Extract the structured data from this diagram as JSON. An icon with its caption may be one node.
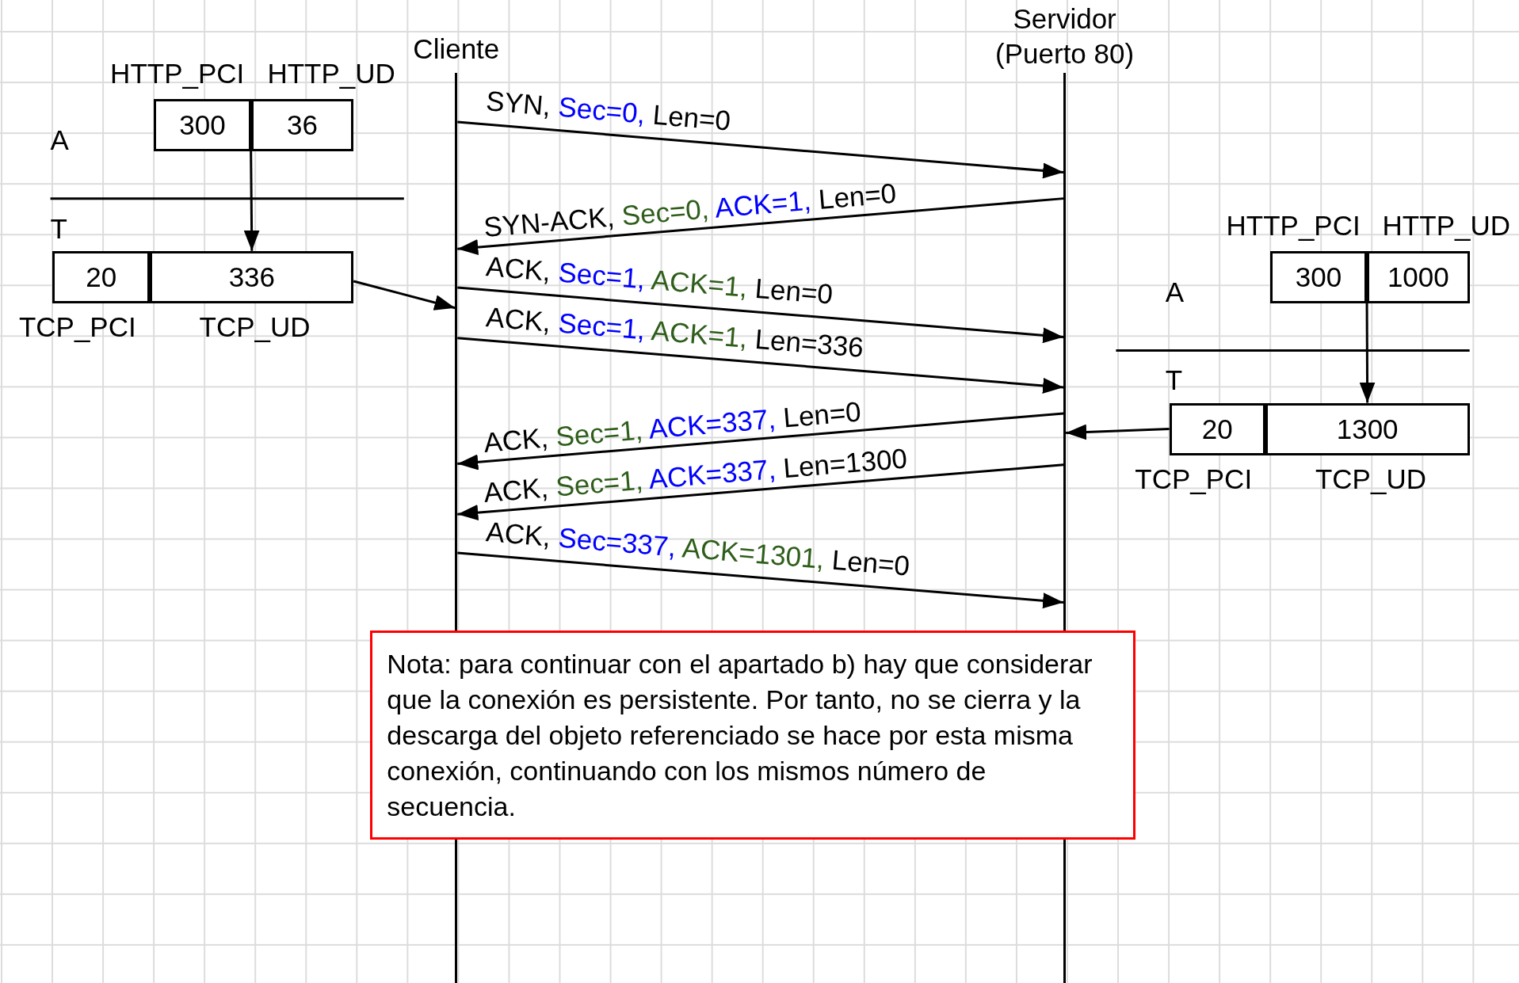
{
  "diagram": {
    "nodes": [
      {
        "text": [
          "Cliente"
        ]
      },
      {
        "text": [
          "Servidor (Puerto 80)"
        ]
      },
      {
        "text": [
          "300"
        ],
        "beside": [
          "HTTP_PCI"
        ]
      },
      {
        "text": [
          "36"
        ],
        "beside": [
          "HTTP_UD"
        ]
      },
      {
        "text": [
          "20"
        ],
        "beside": [
          "TCP_PCI"
        ]
      },
      {
        "text": [
          "336"
        ],
        "beside": [
          "TCP_UD"
        ]
      },
      {
        "text": [
          "300"
        ],
        "beside": [
          "HTTP_PCI"
        ]
      },
      {
        "text": [
          "1000"
        ],
        "beside": [
          "HTTP_UD"
        ]
      },
      {
        "text": [
          "20"
        ],
        "beside": [
          "TCP_PCI"
        ]
      },
      {
        "text": [
          "1300"
        ],
        "beside": [
          "TCP_UD"
        ]
      },
      {
        "text": [
          "Nota: para continuar con el apartado b) hay que considerar que la conexión es persistente. Por tanto, no se cierra y la descarga del objeto referenciado se hace por esta misma conexión, continuando con los mismos número de secuencia."
        ]
      }
    ],
    "edges": [
      {
        "from": 0,
        "to": 1,
        "arrow": "to",
        "label": "SYN, Sec=0, Len=0"
      },
      {
        "from": 1,
        "to": 0,
        "arrow": "to",
        "label": "SYN-ACK, Sec=0, ACK=1, Len=0"
      },
      {
        "from": 0,
        "to": 1,
        "arrow": "to",
        "label": "ACK, Sec=1, ACK=1, Len=0"
      },
      {
        "from": 0,
        "to": 1,
        "arrow": "to",
        "label": "ACK, Sec=1, ACK=1, Len=336"
      },
      {
        "from": 1,
        "to": 0,
        "arrow": "to",
        "label": "ACK, Sec=1, ACK=337, Len=0"
      },
      {
        "from": 1,
        "to": 0,
        "arrow": "to",
        "label": "ACK, Sec=1, ACK=337, Len=1300"
      },
      {
        "from": 0,
        "to": 1,
        "arrow": "to",
        "label": "ACK, Sec=337, ACK=1301, Len=0"
      },
      {
        "from": 3,
        "to": 5,
        "arrow": "to"
      },
      {
        "from": 5,
        "to": 0,
        "arrow": "to"
      },
      {
        "from": 7,
        "to": 9,
        "arrow": "to"
      },
      {
        "from": 8,
        "to": 1,
        "arrow": "to"
      }
    ],
    "labels": [
      "A",
      "T",
      "A",
      "T"
    ]
  }
}
